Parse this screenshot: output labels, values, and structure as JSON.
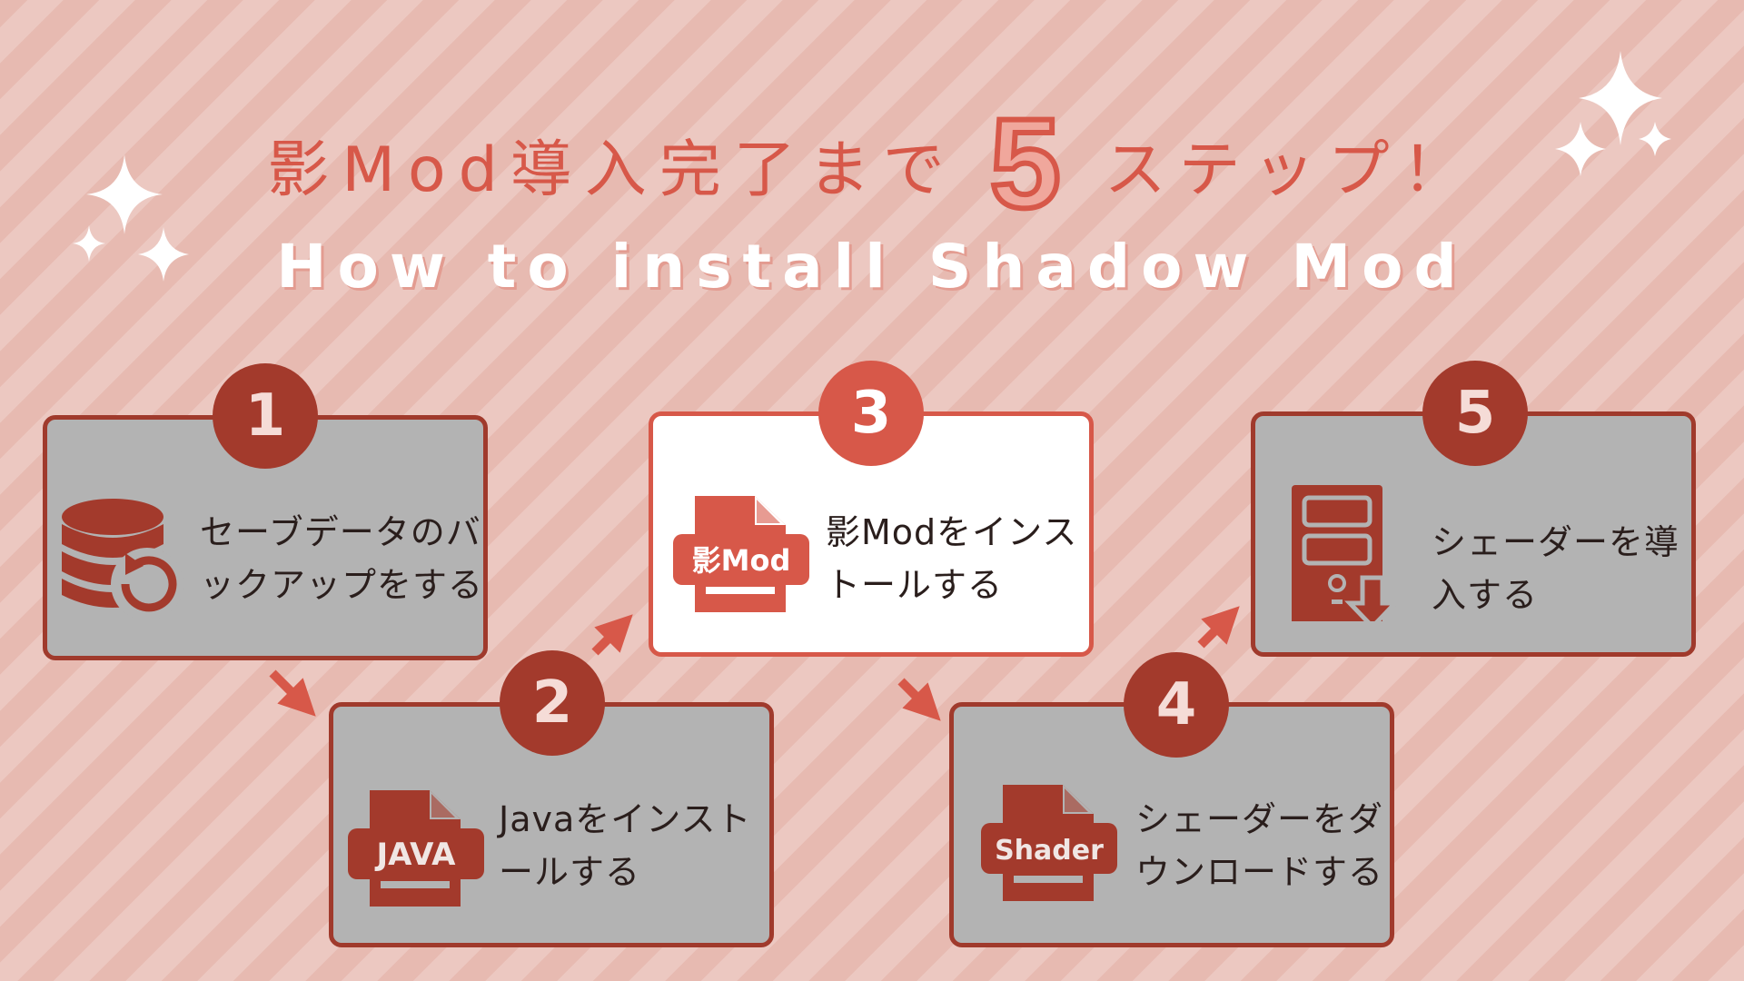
{
  "title": {
    "japanese_prefix": "影Mod導入完了まで",
    "number": "5",
    "japanese_suffix": "ステップ！",
    "english": "How to install Shadow Mod"
  },
  "steps": [
    {
      "number": "1",
      "lines": [
        "セーブデータのバ",
        "ックアップをする"
      ],
      "icon": "database-restore-icon"
    },
    {
      "number": "2",
      "lines": [
        "Javaをインスト",
        "ールする"
      ],
      "icon": "java-file-icon",
      "icon_label": "JAVA"
    },
    {
      "number": "3",
      "lines": [
        "影Modをインス",
        "トールする"
      ],
      "icon": "shadowmod-file-icon",
      "icon_label": "影Mod"
    },
    {
      "number": "4",
      "lines": [
        "シェーダーをダ",
        "ウンロードする"
      ],
      "icon": "shader-file-icon",
      "icon_label": "Shader"
    },
    {
      "number": "5",
      "lines": [
        "シェーダーを導",
        "入する"
      ],
      "icon": "computer-download-icon"
    }
  ],
  "colors": {
    "accent": "#d75849",
    "dark_accent": "#a33a2c",
    "card_gray": "#b3b3b3",
    "background": "#ecc5bd"
  }
}
